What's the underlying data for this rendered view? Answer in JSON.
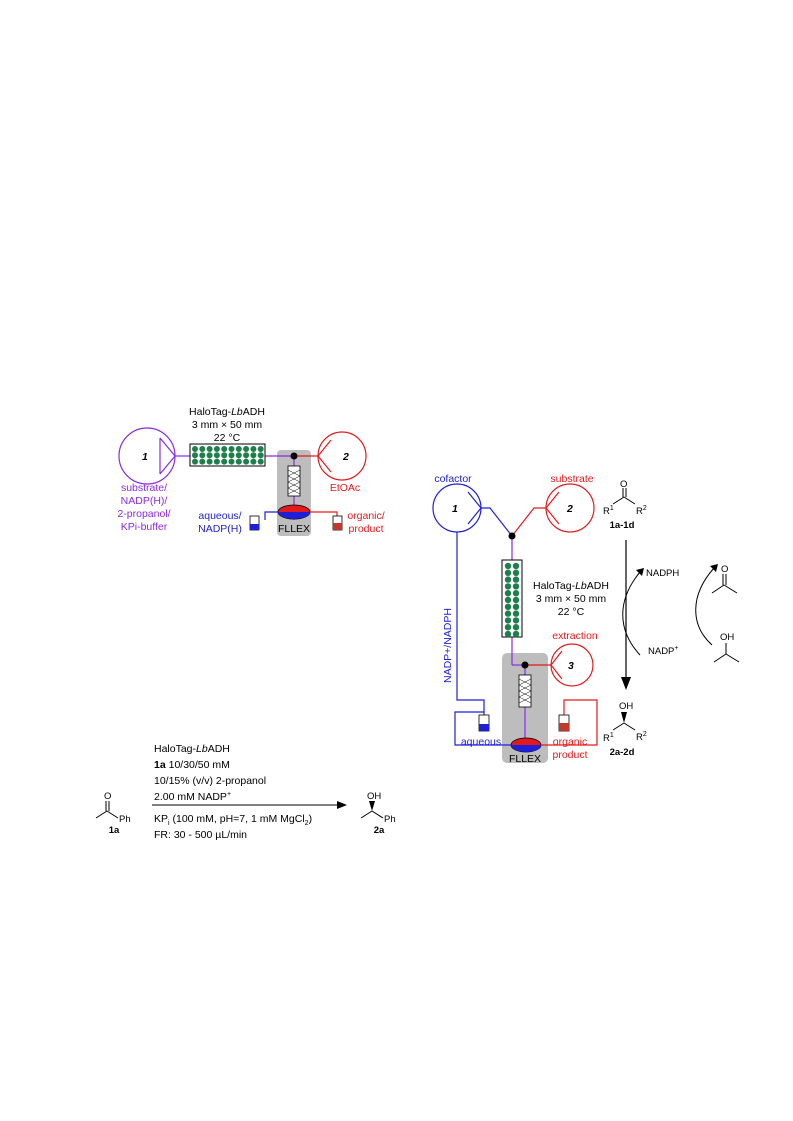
{
  "colors": {
    "purple": "#8a2be2",
    "red": "#e31a1c",
    "blue": "#1f1fd6",
    "green": "#1e7f4b",
    "grey": "#bdbdbd",
    "black": "#000000"
  },
  "setup1": {
    "column_label_a": "HaloTag-",
    "column_label_b": "Lb",
    "column_label_c": "ADH",
    "column_dims": "3 mm × 50 mm",
    "column_temp": "22 °C",
    "pump1_num": "1",
    "pump2_num": "2",
    "pump1_label": [
      "substrate/",
      "NADP(H)/",
      "2-propanol/",
      "KPi-buffer"
    ],
    "pump2_label": "EtOAc",
    "aqueous_label": [
      "aqueous/",
      "NADP(H)"
    ],
    "organic_label": [
      "organic/",
      "product"
    ],
    "fllex": "FLLEX"
  },
  "setup2": {
    "cofactor": "cofactor",
    "substrate": "substrate",
    "extraction": "extraction",
    "pump1_num": "1",
    "pump2_num": "2",
    "pump3_num": "3",
    "recycle_label": "NADP+/NADPH",
    "column_label_a": "HaloTag-",
    "column_label_b": "Lb",
    "column_label_c": "ADH",
    "column_dims": "3 mm × 50 mm",
    "column_temp": "22 °C",
    "aqueous": "aqueous",
    "organic": [
      "organic",
      "product"
    ],
    "fllex": "FLLEX"
  },
  "scheme": {
    "ketone_label": "1a-1d",
    "alcohol_label": "2a-2d",
    "r1": "R",
    "r2": "R",
    "o": "O",
    "oh": "OH",
    "nadph": "NADPH",
    "nadp": "NADP",
    "acetone_o": "O",
    "ipa_oh": "OH"
  },
  "reaction": {
    "line1_a": "HaloTag-",
    "line1_b": "Lb",
    "line1_c": "ADH",
    "line2_b": "1a",
    "line2_rest": " 10/30/50 mM",
    "line3": "10/15% (v/v) 2-propanol",
    "line4": "2.00 mM NADP",
    "line5_a": "KP",
    "line5_b": " (100 mM, pH=7, 1 mM MgCl",
    "line5_c": ")",
    "line6": "FR: 30 - 500 µL/min",
    "sm_o": "O",
    "sm_ph": "Ph",
    "sm_label": "1a",
    "pr_oh": "OH",
    "pr_ph": "Ph",
    "pr_label": "2a"
  }
}
